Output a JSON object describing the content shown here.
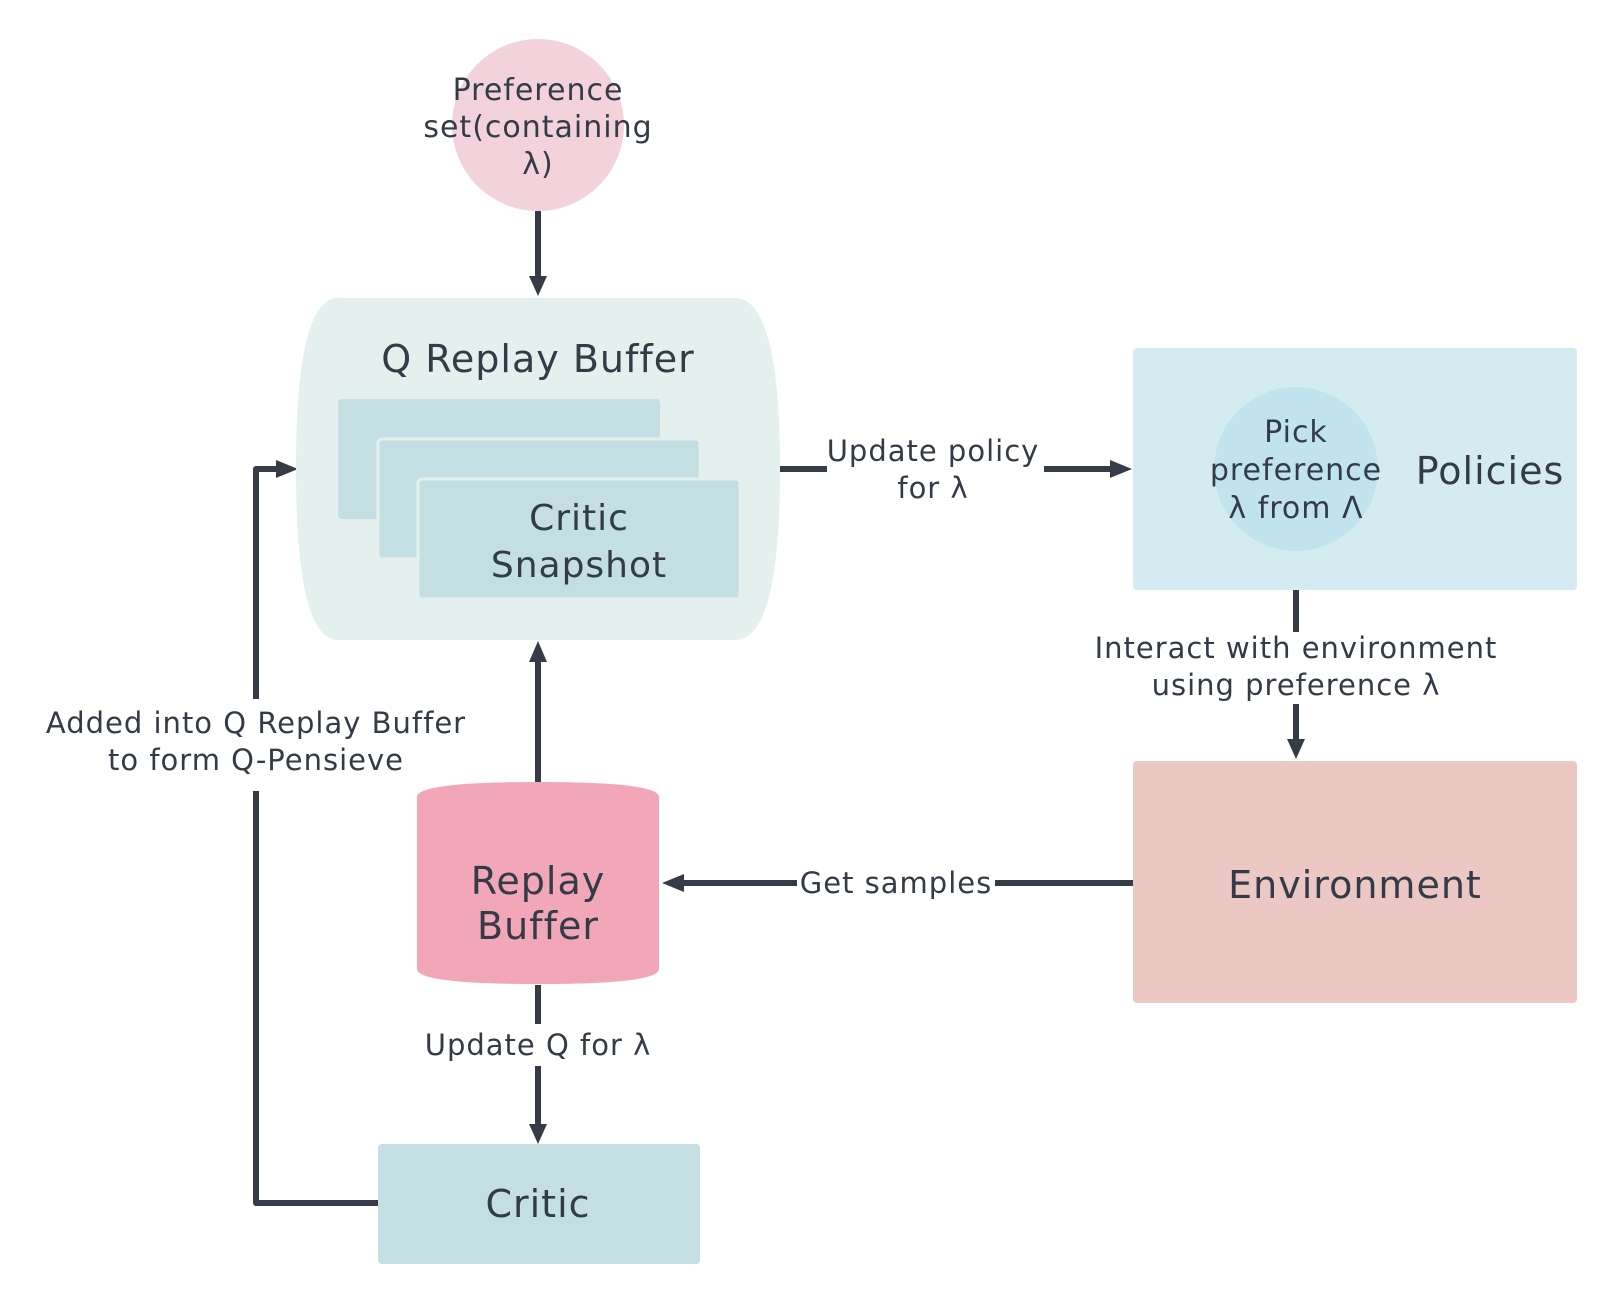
{
  "colors": {
    "line": "#363c47",
    "text": "#333b47",
    "preference_circle": "#f2d3dc",
    "q_buffer_bg": "#e3f0ee",
    "snapshot_card": "#c4dfe3",
    "policies_box": "#d5ebf2",
    "pick_circle": "#c1e3ee",
    "environment_box": "#ecc8c5",
    "replay_cylinder": "#f1a7b8",
    "critic_box": "#c4dfe3"
  },
  "nodes": {
    "preference_set": [
      "Preference",
      "set(containing",
      "λ)"
    ],
    "q_replay_buffer": "Q Replay Buffer",
    "critic_snapshot": [
      "Critic",
      "Snapshot"
    ],
    "policies": "Policies",
    "pick_preference": [
      "Pick",
      "preference",
      "λ from Λ"
    ],
    "environment": "Environment",
    "replay_buffer": [
      "Replay",
      "Buffer"
    ],
    "critic": "Critic"
  },
  "edges": {
    "update_policy": [
      "Update policy",
      "for λ"
    ],
    "interact": [
      "Interact with environment",
      "using preference λ"
    ],
    "get_samples": "Get samples",
    "update_q": "Update Q for λ",
    "added_into": [
      "Added into Q Replay Buffer",
      "to form Q-Pensieve"
    ]
  }
}
